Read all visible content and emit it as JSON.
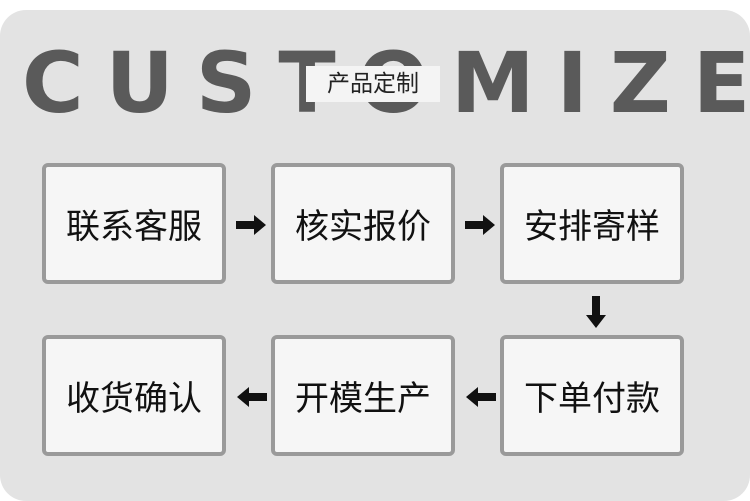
{
  "header": {
    "title": "CUSTOMIZE",
    "subtitle": "产品定制"
  },
  "steps": [
    {
      "label": "联系客服"
    },
    {
      "label": "核实报价"
    },
    {
      "label": "安排寄样"
    },
    {
      "label": "下单付款"
    },
    {
      "label": "开模生产"
    },
    {
      "label": "收货确认"
    }
  ],
  "colors": {
    "panel": "#e3e3e3",
    "title": "#5a5a5a",
    "box_border": "#9a9a9a",
    "arrow": "#111111"
  }
}
